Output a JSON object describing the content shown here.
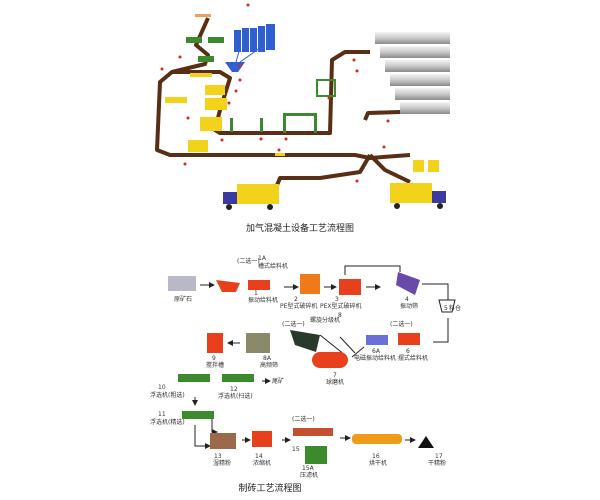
{
  "top_diagram": {
    "title": "加气混凝土设备工艺流程图"
  },
  "bottom_diagram": {
    "title": "制砖工艺流程图",
    "choose_one": "(二选一)",
    "raw_ore": "原矿石",
    "steps": {
      "s1": {
        "num": "1",
        "name": "振动给料机"
      },
      "s1a": {
        "num": "1A",
        "name": "槽式给料机"
      },
      "s2": {
        "num": "2",
        "name": "PE型式破碎机"
      },
      "s3": {
        "num": "3",
        "name": "PEX型式破碎机"
      },
      "s4": {
        "num": "4",
        "name": "振动筛"
      },
      "s5": {
        "num": "5",
        "name": "料仓"
      },
      "s6": {
        "num": "6",
        "name": "摆式给料机"
      },
      "s6a": {
        "num": "6A",
        "name": "电磁振动给料机"
      },
      "s7": {
        "num": "7",
        "name": "球磨机"
      },
      "s8": {
        "num": "8",
        "name": "螺旋分级机"
      },
      "s8a": {
        "num": "8A",
        "name": "高频筛"
      },
      "s9": {
        "num": "9",
        "name": "搅拌槽"
      },
      "s10": {
        "num": "10",
        "name": "浮选机(粗选)"
      },
      "s11": {
        "num": "11",
        "name": "浮选机(精选)"
      },
      "s12": {
        "num": "12",
        "name": "浮选机(扫选)"
      },
      "tailings": "尾矿",
      "s13": {
        "num": "13",
        "name": "湿精粉"
      },
      "s14": {
        "num": "14",
        "name": "浓缩机"
      },
      "s15": {
        "num": "15",
        "name": ""
      },
      "s15a": {
        "num": "15A",
        "name": "压滤机"
      },
      "s16": {
        "num": "16",
        "name": "烘干机"
      },
      "s17": {
        "num": "17",
        "name": "干精粉"
      }
    }
  },
  "colors": {
    "conveyor": "#5a2e14",
    "machine": "#e8401c",
    "yellow": "#f2d21a",
    "green": "#3c8a2e",
    "silo": "#2f5fd0"
  }
}
